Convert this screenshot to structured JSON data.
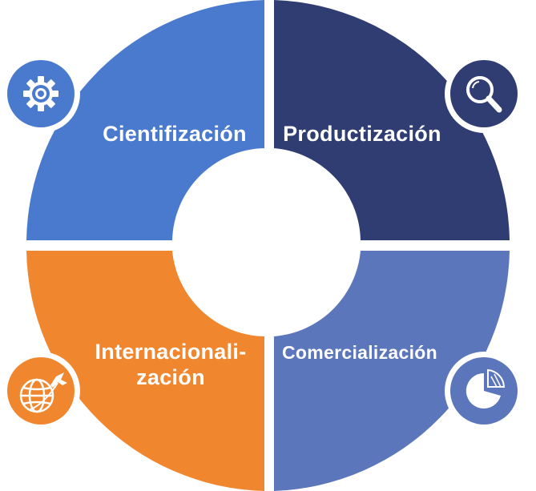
{
  "segments": {
    "top_left": {
      "label": "Cientifización",
      "color": "#4a7ace",
      "icon": "gear-icon"
    },
    "top_right": {
      "label": "Productización",
      "color": "#2f3d72",
      "icon": "magnifier-icon"
    },
    "bottom_left": {
      "label_line1": "Internacionali-",
      "label_line2": "zación",
      "color": "#f0862e",
      "icon": "globe-airplane-icon"
    },
    "bottom_right": {
      "label": "Comercialización",
      "color": "#5c76bc",
      "icon": "pie-chart-icon"
    }
  }
}
